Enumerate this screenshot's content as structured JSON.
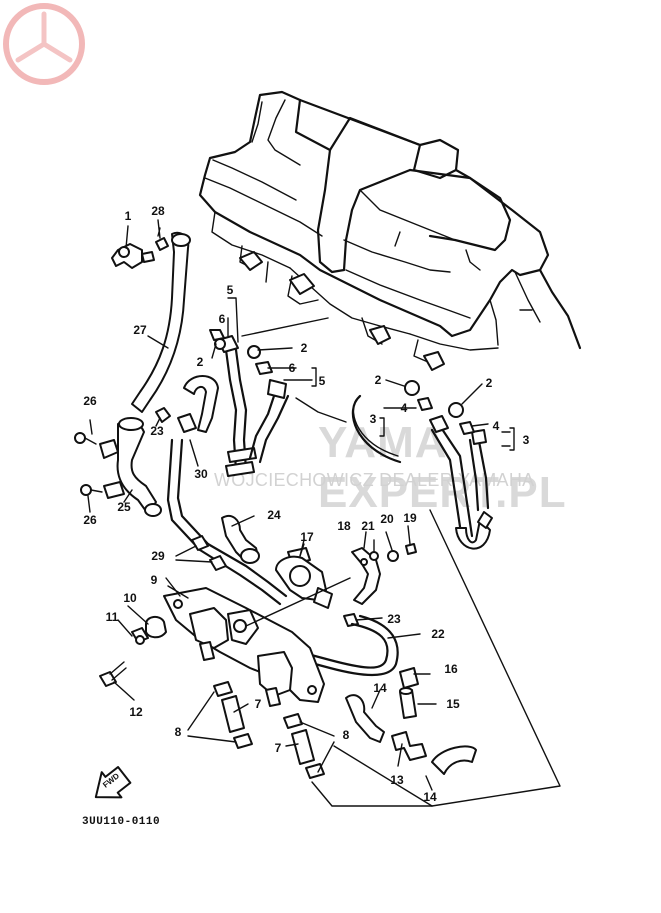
{
  "diagram": {
    "drawing_code": "3UU110-0110",
    "forward_arrow_label": "FWD",
    "watermark": {
      "title": "YAMA EXPERT.PL",
      "subtitle": "WOJCIECHOWICZ DEALER YAMAHA"
    },
    "colors": {
      "line": "#111111",
      "watermark_logo": "#f2b8b8",
      "watermark_text": "#d9d9d9"
    },
    "callouts": [
      {
        "id": "c1",
        "label": "1"
      },
      {
        "id": "c28",
        "label": "28"
      },
      {
        "id": "c5a",
        "label": "5"
      },
      {
        "id": "c6a",
        "label": "6"
      },
      {
        "id": "c27",
        "label": "27"
      },
      {
        "id": "c2a",
        "label": "2"
      },
      {
        "id": "c2b",
        "label": "2"
      },
      {
        "id": "c6b",
        "label": "6"
      },
      {
        "id": "c5b",
        "label": "5"
      },
      {
        "id": "c2c",
        "label": "2"
      },
      {
        "id": "c2d",
        "label": "2"
      },
      {
        "id": "c3a",
        "label": "3"
      },
      {
        "id": "c4a",
        "label": "4"
      },
      {
        "id": "c4b",
        "label": "4"
      },
      {
        "id": "c3b",
        "label": "3"
      },
      {
        "id": "c26a",
        "label": "26"
      },
      {
        "id": "c23a",
        "label": "23"
      },
      {
        "id": "c30",
        "label": "30"
      },
      {
        "id": "c26b",
        "label": "26"
      },
      {
        "id": "c25",
        "label": "25"
      },
      {
        "id": "c24",
        "label": "24"
      },
      {
        "id": "c17",
        "label": "17"
      },
      {
        "id": "c18",
        "label": "18"
      },
      {
        "id": "c21",
        "label": "21"
      },
      {
        "id": "c20",
        "label": "20"
      },
      {
        "id": "c19",
        "label": "19"
      },
      {
        "id": "c29",
        "label": "29"
      },
      {
        "id": "c9",
        "label": "9"
      },
      {
        "id": "c10",
        "label": "10"
      },
      {
        "id": "c11",
        "label": "11"
      },
      {
        "id": "c23b",
        "label": "23"
      },
      {
        "id": "c22",
        "label": "22"
      },
      {
        "id": "c16",
        "label": "16"
      },
      {
        "id": "c14a",
        "label": "14"
      },
      {
        "id": "c15",
        "label": "15"
      },
      {
        "id": "c12",
        "label": "12"
      },
      {
        "id": "c7a",
        "label": "7"
      },
      {
        "id": "c8a",
        "label": "8"
      },
      {
        "id": "c8b",
        "label": "8"
      },
      {
        "id": "c7b",
        "label": "7"
      },
      {
        "id": "c13",
        "label": "13"
      },
      {
        "id": "c14b",
        "label": "14"
      }
    ]
  }
}
